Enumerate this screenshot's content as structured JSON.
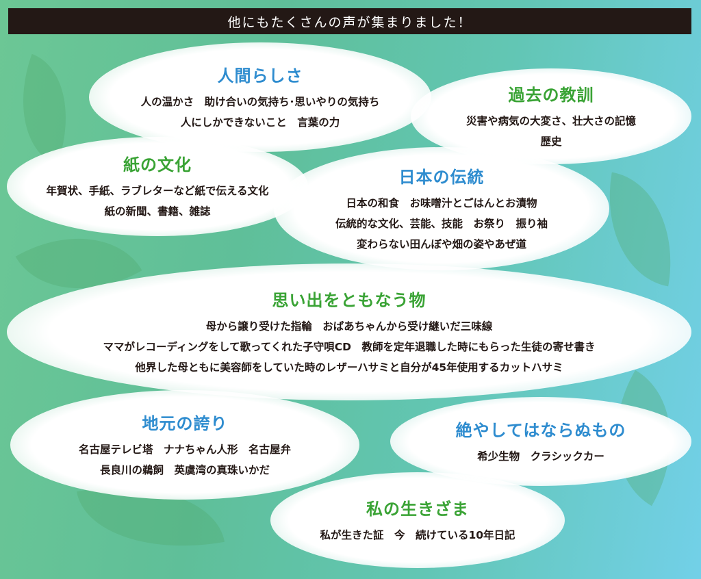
{
  "banner": "他にもたくさんの声が集まりました！",
  "colors": {
    "blue": "#2e8ccf",
    "green": "#3aa335",
    "banner": "#231815"
  },
  "bubbles": [
    {
      "title": "人間らしさ",
      "lines": [
        "人の温かさ　助け合いの気持ち･思いやりの気持ち",
        "人にしかできないこと　言葉の力"
      ]
    },
    {
      "title": "過去の教訓",
      "lines": [
        "災害や病気の大変さ、壮大さの記憶",
        "歴史"
      ]
    },
    {
      "title": "紙の文化",
      "lines": [
        "年賀状、手紙、ラブレターなど紙で伝える文化",
        "紙の新聞、書籍、雑誌"
      ]
    },
    {
      "title": "日本の伝統",
      "lines": [
        "日本の和食　お味噌汁とごはんとお漬物",
        "伝統的な文化、芸能、技能　お祭り　振り袖",
        "変わらない田んぼや畑の姿やあぜ道"
      ]
    },
    {
      "title": "思い出をともなう物",
      "lines": [
        "母から譲り受けた指輪　おばあちゃんから受け継いだ三味線",
        "ママがレコーディングをして歌ってくれた子守唄CD　教師を定年退職した時にもらった生徒の寄せ書き",
        "他界した母ともに美容師をしていた時のレザーハサミと自分が45年使用するカットハサミ"
      ]
    },
    {
      "title": "地元の誇り",
      "lines": [
        "名古屋テレビ塔　ナナちゃん人形　名古屋弁",
        "長良川の鵜飼　英虞湾の真珠いかだ"
      ]
    },
    {
      "title": "絶やしてはならぬもの",
      "lines": [
        "希少生物　クラシックカー"
      ]
    },
    {
      "title": "私の生きざま",
      "lines": [
        "私が生きた証　今　続けている10年日記"
      ]
    }
  ]
}
